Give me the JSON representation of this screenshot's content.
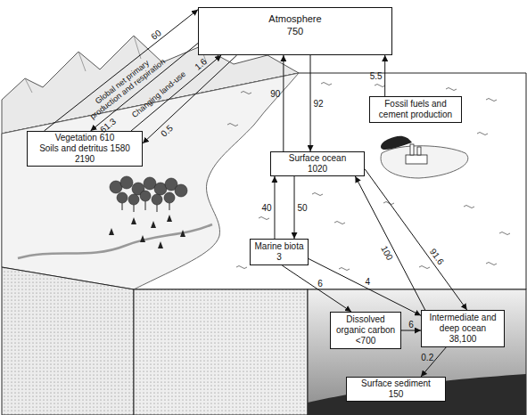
{
  "diagram": {
    "nodes": [
      {
        "text": [
          "Atmosphere",
          "750"
        ]
      },
      {
        "text": [
          "Vegetation 610",
          "Soils and detritus 1580",
          "2190"
        ]
      },
      {
        "text": [
          "Fossil fuels and cement production"
        ]
      },
      {
        "text": [
          "Surface ocean",
          "1020"
        ]
      },
      {
        "text": [
          "Marine biota",
          "3"
        ]
      },
      {
        "text": [
          "Dissolved organic carbon",
          "<700"
        ]
      },
      {
        "text": [
          "Intermediate and deep ocean",
          "38,100"
        ]
      },
      {
        "text": [
          "Surface sediment",
          "150"
        ]
      }
    ],
    "edges": [
      {
        "from": 1,
        "to": 0,
        "arrow": "to",
        "label": "60"
      },
      {
        "from": 0,
        "to": 1,
        "arrow": "to",
        "label": "61.3"
      },
      {
        "from": 1,
        "to": 0,
        "arrow": "to",
        "label": "1.6"
      },
      {
        "from": 0,
        "to": 1,
        "arrow": "to",
        "label": "0.5"
      },
      {
        "from": 2,
        "to": 0,
        "arrow": "to",
        "label": "5.5"
      },
      {
        "from": 3,
        "to": 0,
        "arrow": "to",
        "label": "90"
      },
      {
        "from": 0,
        "to": 3,
        "arrow": "to",
        "label": "92"
      },
      {
        "from": 4,
        "to": 3,
        "arrow": "to",
        "label": "40"
      },
      {
        "from": 3,
        "to": 4,
        "arrow": "to",
        "label": "50"
      },
      {
        "from": 6,
        "to": 3,
        "arrow": "to",
        "label": "100"
      },
      {
        "from": 3,
        "to": 6,
        "arrow": "to",
        "label": "91.6"
      },
      {
        "from": 4,
        "to": 5,
        "arrow": "to",
        "label": "6"
      },
      {
        "from": 4,
        "to": 6,
        "arrow": "to",
        "label": "4"
      },
      {
        "from": 5,
        "to": 6,
        "arrow": "to",
        "label": "6"
      },
      {
        "from": 6,
        "to": 7,
        "arrow": "to",
        "label": "0.2"
      }
    ],
    "labels": [
      "Global net primary production and respiration",
      "Changing land-use"
    ]
  }
}
